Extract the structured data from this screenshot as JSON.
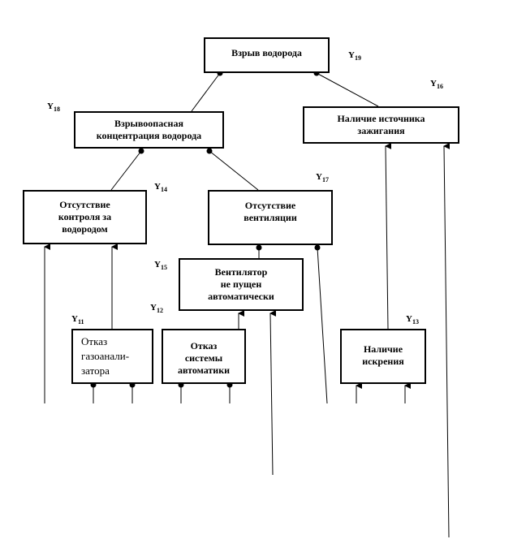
{
  "nodes": {
    "y19": {
      "label": "Y",
      "sub": "19",
      "text": "Взрыв водорода"
    },
    "y18": {
      "label": "Y",
      "sub": "18",
      "text": "Взрывоопасная\nконцентрация водорода"
    },
    "y16": {
      "label": "Y",
      "sub": "16",
      "text": "Наличие источника\nзажигания"
    },
    "y14": {
      "label": "Y",
      "sub": "14",
      "text": "Отсутствие\nконтроля за\nводородом"
    },
    "y17": {
      "label": "Y",
      "sub": "17",
      "text": "Отсутствие\nвентиляции"
    },
    "y15": {
      "label": "Y",
      "sub": "15",
      "text": "Вентилятор\nне пущен\nавтоматически"
    },
    "y11": {
      "label": "Y",
      "sub": "11",
      "text": "Отказ\nгазоанали-\nзатора"
    },
    "y12": {
      "label": "Y",
      "sub": "12",
      "text": "Отказ\nсистемы\nавтоматики"
    },
    "y13": {
      "label": "Y",
      "sub": "13",
      "text": "Наличие\nискрения"
    }
  }
}
